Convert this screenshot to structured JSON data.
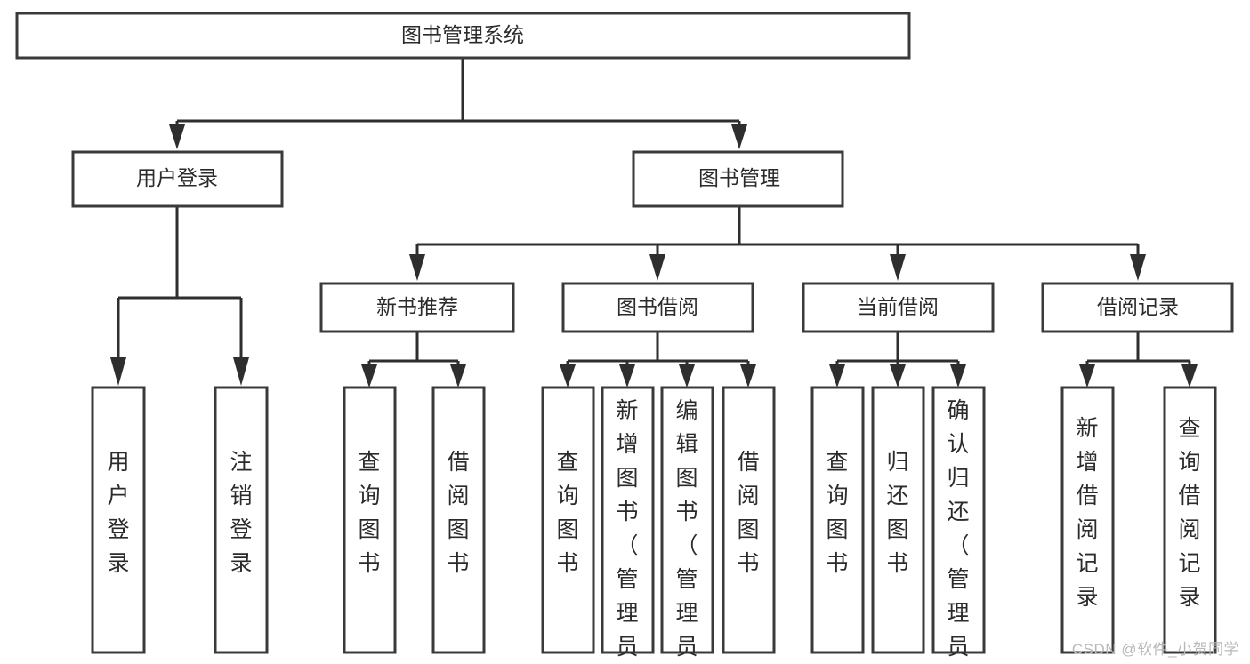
{
  "diagram": {
    "type": "tree-hierarchy",
    "title": "图书管理系统",
    "orientation": "top-down",
    "colors": {
      "box_stroke": "#3a3a3a",
      "box_fill": "#ffffff",
      "connector": "#2e2e2e",
      "text": "#2b2b2b",
      "watermark": "#b9b9b9"
    },
    "root": {
      "label": "图书管理系统"
    },
    "level1": [
      {
        "label": "用户登录"
      },
      {
        "label": "图书管理"
      }
    ],
    "level2": [
      {
        "label": "新书推荐"
      },
      {
        "label": "图书借阅"
      },
      {
        "label": "当前借阅"
      },
      {
        "label": "借阅记录"
      }
    ],
    "leaves": {
      "user_login": [
        {
          "label": "用户登录"
        },
        {
          "label": "注销登录"
        }
      ],
      "new_book_recommend": [
        {
          "label": "查询图书"
        },
        {
          "label": "借阅图书"
        }
      ],
      "book_borrow": [
        {
          "label": "查询图书"
        },
        {
          "label": "新增图书（管理员）"
        },
        {
          "label": "编辑图书（管理员）"
        },
        {
          "label": "借阅图书"
        }
      ],
      "current_borrow": [
        {
          "label": "查询图书"
        },
        {
          "label": "归还图书"
        },
        {
          "label": "确认归还（管理员）"
        }
      ],
      "borrow_record": [
        {
          "label": "新增借阅记录"
        },
        {
          "label": "查询借阅记录"
        }
      ]
    }
  },
  "watermark": {
    "text": "CSDN @软件_小贺同学"
  }
}
